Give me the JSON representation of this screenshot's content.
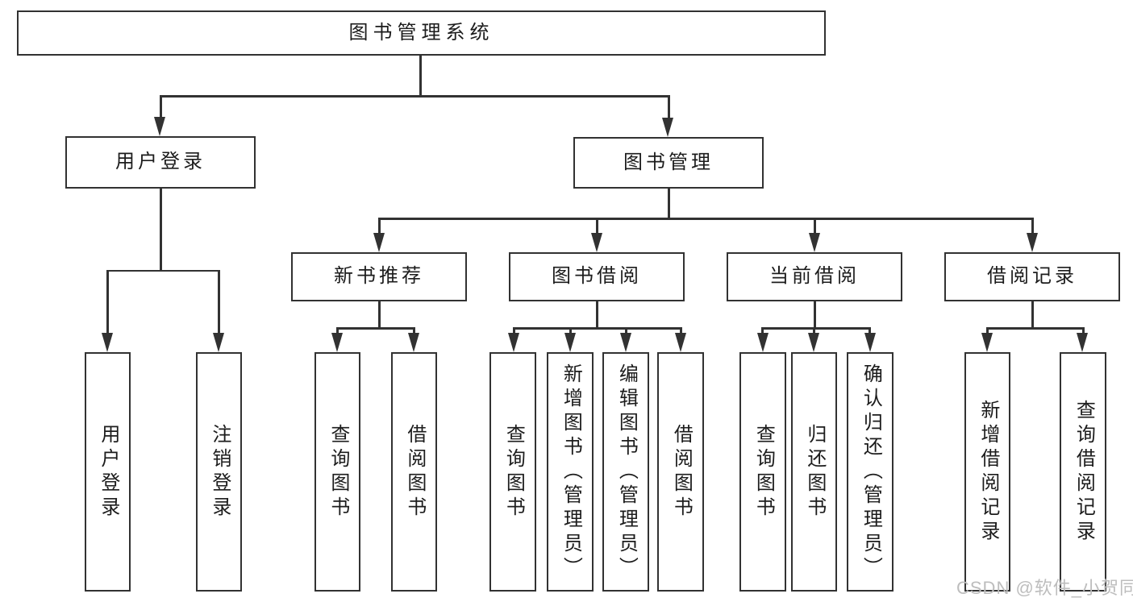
{
  "nodes": {
    "root": "图书管理系统",
    "user_login": "用户登录",
    "book_management": "图书管理",
    "new_book_recommend": "新书推荐",
    "book_borrow": "图书借阅",
    "current_borrow": "当前借阅",
    "borrow_record": "借阅记录",
    "leaf_user_login": "用户登录",
    "leaf_logout": "注销登录",
    "leaf_nbr_query_books": "查询图书",
    "leaf_nbr_borrow_books": "借阅图书",
    "leaf_bb_query_books": "查询图书",
    "leaf_bb_add_books_admin": "新增图书（管理员）",
    "leaf_bb_edit_books_admin": "编辑图书（管理员）",
    "leaf_bb_borrow_books": "借阅图书",
    "leaf_cb_query_books": "查询图书",
    "leaf_cb_return_books": "归还图书",
    "leaf_cb_confirm_return_admin": "确认归还（管理员）",
    "leaf_br_add_record": "新增借阅记录",
    "leaf_br_query_record": "查询借阅记录"
  },
  "watermark": "CSDN @软件_小贺同学",
  "colors": {
    "line": "#323232",
    "text": "#1c1c1c",
    "watermark_text": "#bdbdbd",
    "background": "#ffffff"
  }
}
